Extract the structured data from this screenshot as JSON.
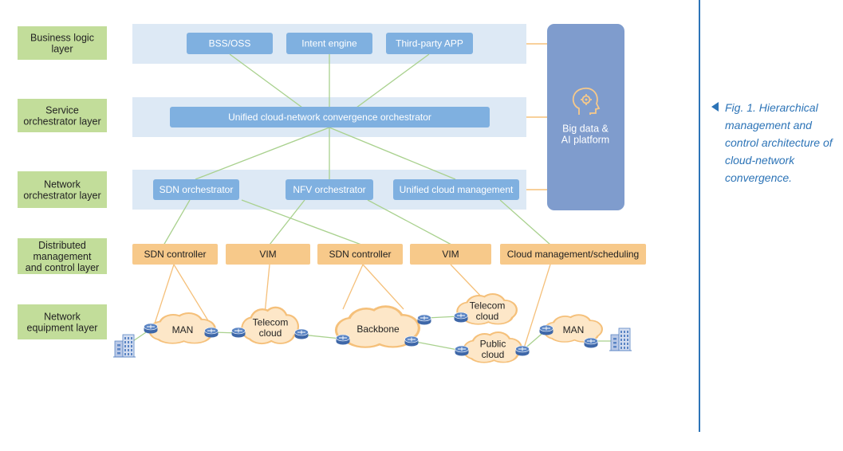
{
  "layers": [
    "Business logic\nlayer",
    "Service\norchestrator layer",
    "Network\norchestrator layer",
    "Distributed\nmanagement\nand control layer",
    "Network\nequipment layer"
  ],
  "business": [
    "BSS/OSS",
    "Intent engine",
    "Third-party APP"
  ],
  "service": [
    "Unified cloud-network convergence orchestrator"
  ],
  "network_orch": [
    "SDN orchestrator",
    "NFV orchestrator",
    "Unified cloud management"
  ],
  "distributed": [
    "SDN controller",
    "VIM",
    "SDN controller",
    "VIM",
    "Cloud management/scheduling"
  ],
  "ai_platform": "Big data &\nAI platform",
  "clouds": {
    "man1": "MAN",
    "telecom1": "Telecom\ncloud",
    "backbone": "Backbone",
    "telecom2": "Telecom\ncloud",
    "public": "Public\ncloud",
    "man2": "MAN"
  },
  "caption": "Fig. 1. Hierarchical management and control architecture of cloud-network convergence.",
  "colors": {
    "layer_label_bg": "#c2dd9a",
    "band_bg": "#dde9f5",
    "blue_box": "#7fb0e0",
    "orange_box": "#f7c98a",
    "cloud_fill": "#fde7c8",
    "cloud_stroke": "#f5c07a",
    "ai_box": "#7f9ccd",
    "green_line": "#a9d18e",
    "orange_line": "#f5c07a",
    "router": "#5b85c4",
    "accent": "#2d74b7"
  }
}
